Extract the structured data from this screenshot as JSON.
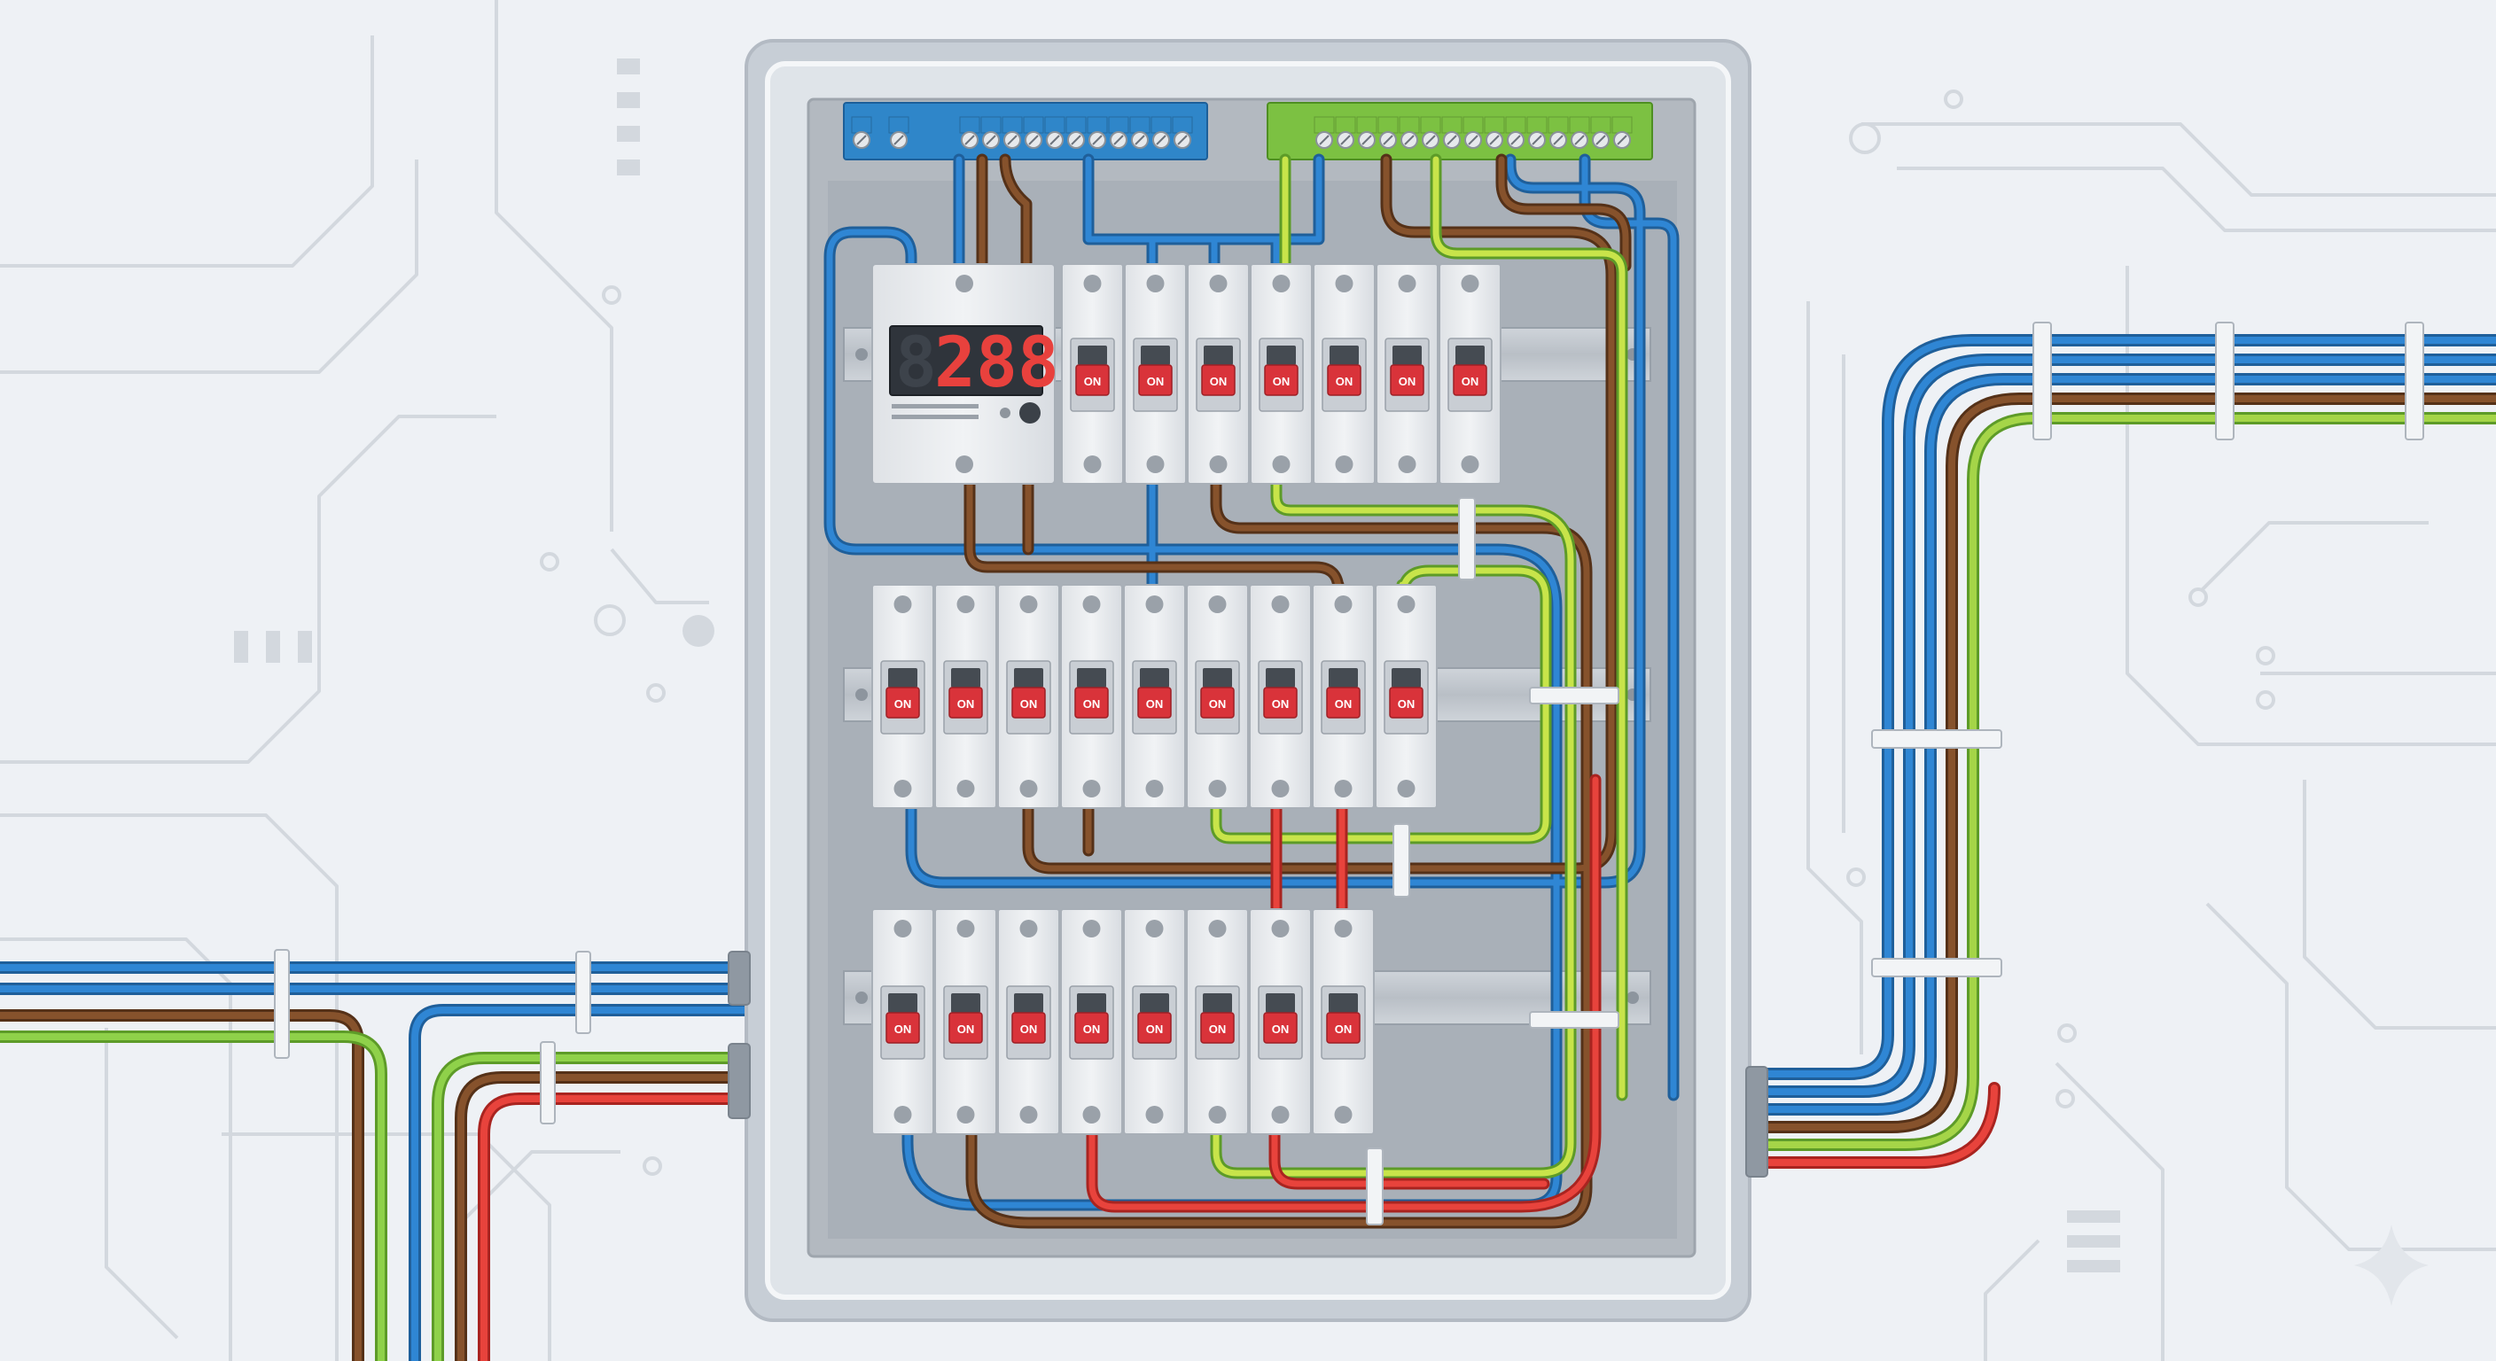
{
  "meter": {
    "ghost_digit": "8",
    "reading": "288"
  },
  "breaker_rows": [
    {
      "count": 7,
      "state": "ON"
    },
    {
      "count": 9,
      "state": "ON"
    },
    {
      "count": 8,
      "state": "ON"
    }
  ],
  "terminal_blocks": [
    {
      "color": "#2f86c9"
    },
    {
      "color": "#7cc142"
    }
  ],
  "wire_colors": {
    "neutral": "#2f7fcf",
    "live": "#7a4a2a",
    "earth_green": "#7cc142",
    "earth_yellow": "#e3e53a",
    "live_red": "#e23a34"
  },
  "breaker_state_color": "#d9333a"
}
